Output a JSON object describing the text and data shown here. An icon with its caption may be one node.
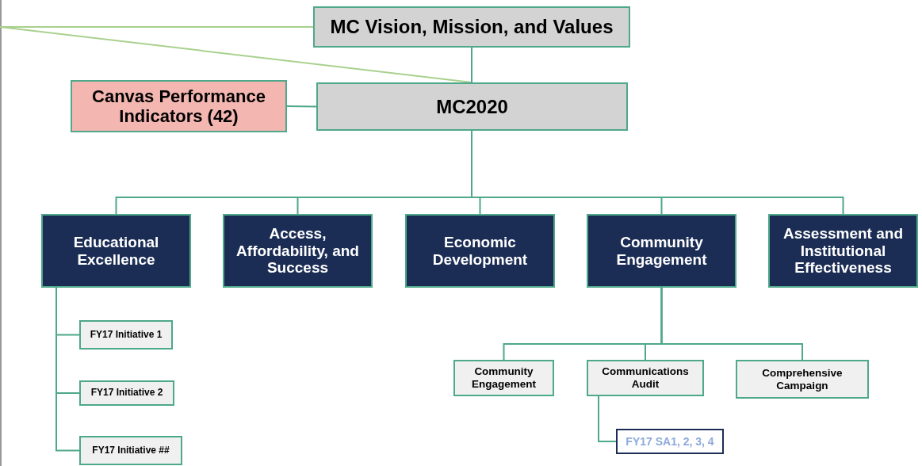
{
  "diagram": {
    "nodes": [
      {
        "text": [
          "MC Vision, Mission, and Values"
        ]
      },
      {
        "text": [
          "MC2020"
        ]
      },
      {
        "text": [
          "Canvas Performance Indicators (42)"
        ]
      },
      {
        "text": [
          "Educational Excellence"
        ]
      },
      {
        "text": [
          "Access, Affordability, and Success"
        ]
      },
      {
        "text": [
          "Economic Development"
        ]
      },
      {
        "text": [
          "Community Engagement"
        ]
      },
      {
        "text": [
          "Assessment and Institutional Effectiveness"
        ]
      },
      {
        "text": [
          "FY17 Initiative 1"
        ]
      },
      {
        "text": [
          "FY17 Initiative 2"
        ]
      },
      {
        "text": [
          "FY17 Initiative ##"
        ]
      },
      {
        "text": [
          "Community Engagement"
        ]
      },
      {
        "text": [
          "Communications Audit"
        ]
      },
      {
        "text": [
          "Comprehensive Campaign"
        ]
      },
      {
        "text": [
          "FY17 SA1, 2, 3, 4"
        ]
      }
    ],
    "edges": [
      {
        "from": null,
        "to": 0,
        "arrow": "none",
        "color": "#a9d18e"
      },
      {
        "from": null,
        "to": 1,
        "arrow": "none",
        "color": "#a9d18e"
      },
      {
        "from": 0,
        "to": 1,
        "arrow": "none"
      },
      {
        "from": 2,
        "to": 1,
        "arrow": "none"
      },
      {
        "from": 1,
        "to": 3,
        "arrow": "none"
      },
      {
        "from": 1,
        "to": 4,
        "arrow": "none"
      },
      {
        "from": 1,
        "to": 5,
        "arrow": "none"
      },
      {
        "from": 1,
        "to": 6,
        "arrow": "none"
      },
      {
        "from": 1,
        "to": 7,
        "arrow": "none"
      },
      {
        "from": 3,
        "to": 8,
        "arrow": "none"
      },
      {
        "from": 3,
        "to": 9,
        "arrow": "none"
      },
      {
        "from": 3,
        "to": 10,
        "arrow": "none"
      },
      {
        "from": 6,
        "to": 11,
        "arrow": "none"
      },
      {
        "from": 6,
        "to": 12,
        "arrow": "none"
      },
      {
        "from": 6,
        "to": 13,
        "arrow": "none"
      },
      {
        "from": 12,
        "to": 14,
        "arrow": "none"
      }
    ]
  }
}
